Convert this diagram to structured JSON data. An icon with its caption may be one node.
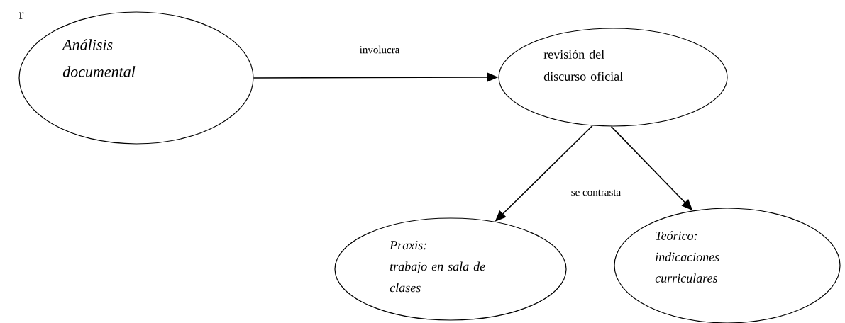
{
  "diagram": {
    "nodes": [
      {
        "text": [
          "Análisis documental"
        ]
      },
      {
        "text": [
          "revisión del discurso oficial"
        ]
      },
      {
        "text": [
          "Praxis:",
          "trabajo en sala de clases"
        ]
      },
      {
        "text": [
          "Teórico:",
          "indicaciones curriculares"
        ]
      }
    ],
    "edges": [
      {
        "from": 0,
        "to": 1,
        "arrow": "to",
        "label": "involucra"
      },
      {
        "from": 1,
        "to": 2,
        "arrow": "to",
        "label": "se contrasta"
      },
      {
        "from": 1,
        "to": 3,
        "arrow": "to"
      }
    ],
    "labels": [
      "r"
    ]
  }
}
